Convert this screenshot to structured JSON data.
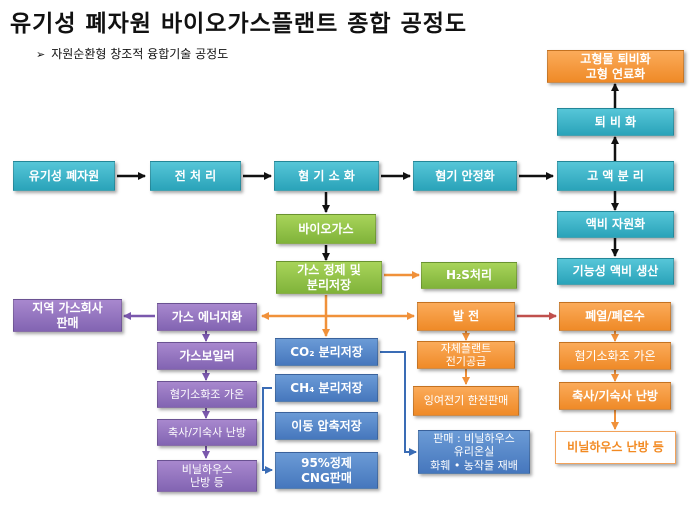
{
  "header": {
    "title": "유기성 폐자원 바이오가스플랜트 종합 공정도",
    "subtitle": "자원순환형 창조적 융합기술 공정도"
  },
  "nodes": {
    "organic_waste": "유기성 폐자원",
    "pretreatment": "전 처 리",
    "anaerobic_digestion": "혐 기 소 화",
    "anaerobic_stabilization": "혐기 안정화",
    "solid_liquid_sep": "고 액 분 리",
    "composting": "퇴 비 화",
    "solid_fuel": "고형물 퇴비화\n고형 연료화",
    "liquid_fertilizer": "액비 자원화",
    "functional_fertilizer": "기능성 액비 생산",
    "biogas": "바이오가스",
    "gas_refining": "가스 정제 및\n분리저장",
    "h2s": "H₂S처리",
    "gas_energy": "가스 에너지화",
    "regional_gas": "지역 가스회사\n판매",
    "gas_boiler": "가스보일러",
    "digester_heat_left": "혐기소화조 가온",
    "livestock_heat_left": "축사/기숙사 난방",
    "greenhouse_heat_left": "비닐하우스\n난방 등",
    "co2_storage": "CO₂ 분리저장",
    "ch4_storage": "CH₄ 분리저장",
    "mobile_storage": "이동 압축저장",
    "cng_sale": "95%정제\nCNG판매",
    "power_gen": "발      전",
    "self_power": "자체플랜트\n전기공급",
    "surplus_power": "잉여전기 한전판매",
    "greenhouse_sale": "판매 : 비닐하우스\n유리온실\n화훼 • 농작물 재배",
    "waste_heat": "폐열/폐온수",
    "digester_heat_right": "혐기소화조 가온",
    "livestock_heat_right": "축사/기숙사 난방",
    "greenhouse_heat_right": "비닐하우스 난방 등"
  }
}
